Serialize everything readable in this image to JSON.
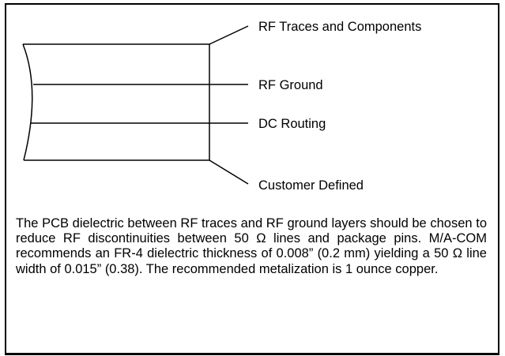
{
  "diagram": {
    "layers": [
      {
        "id": "rf-traces",
        "label": "RF Traces and Components"
      },
      {
        "id": "rf-ground",
        "label": "RF Ground"
      },
      {
        "id": "dc-routing",
        "label": "DC Routing"
      },
      {
        "id": "customer-defined",
        "label": "Customer Defined"
      }
    ]
  },
  "description": "The PCB dielectric between RF traces and RF ground layers should be chosen to reduce RF discontinuities between 50 Ω lines and package pins.   M/A-COM recommends an FR-4 dielectric thickness of 0.008” (0.2 mm) yielding a 50 Ω line width of 0.015” (0.38).  The recommended metalization is 1 ounce copper."
}
